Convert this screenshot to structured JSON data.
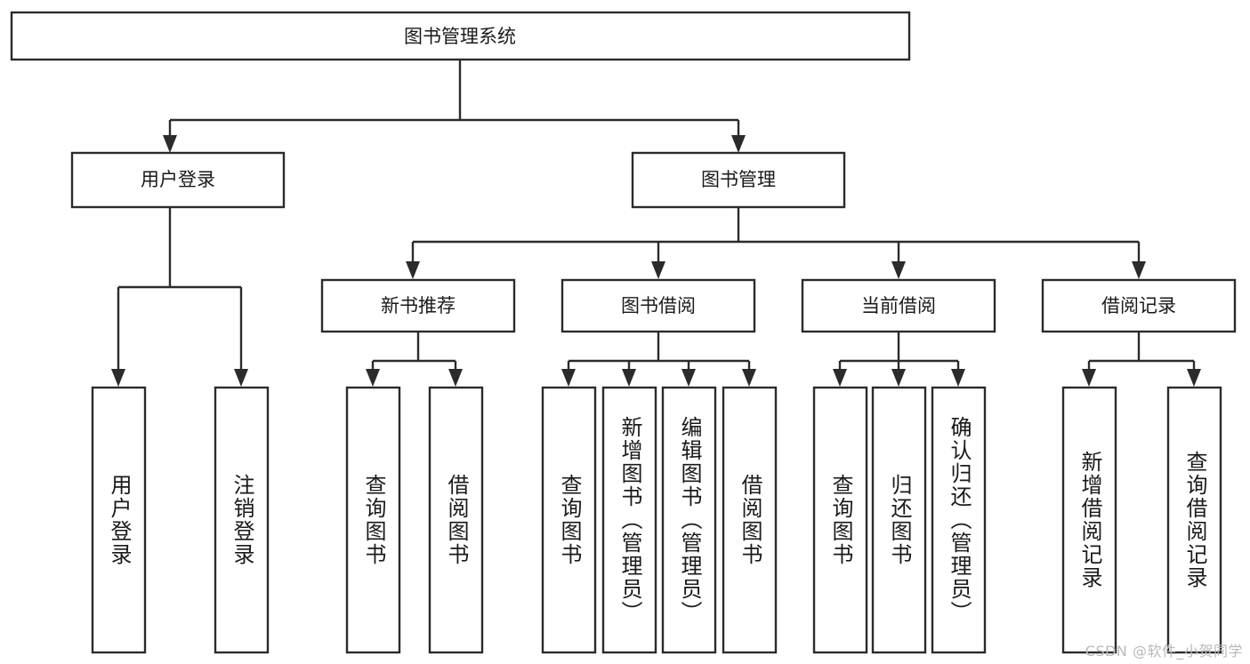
{
  "diagram": {
    "title": "图书管理系统",
    "type": "tree-hierarchy",
    "root": {
      "label": "图书管理系统"
    },
    "level2": [
      {
        "label": "用户登录"
      },
      {
        "label": "图书管理"
      }
    ],
    "level3": [
      {
        "label": "新书推荐"
      },
      {
        "label": "图书借阅"
      },
      {
        "label": "当前借阅"
      },
      {
        "label": "借阅记录"
      }
    ],
    "leaves": {
      "user_login": [
        {
          "label": "用户登录"
        },
        {
          "label": "注销登录"
        }
      ],
      "new_book_recommend": [
        {
          "label": "查询图书"
        },
        {
          "label": "借阅图书"
        }
      ],
      "book_borrow": [
        {
          "label": "查询图书"
        },
        {
          "label": "新增图书（管理员）"
        },
        {
          "label": "编辑图书（管理员）"
        },
        {
          "label": "借阅图书"
        }
      ],
      "current_borrow": [
        {
          "label": "查询图书"
        },
        {
          "label": "归还图书"
        },
        {
          "label": "确认归还（管理员）"
        }
      ],
      "borrow_record": [
        {
          "label": "新增借阅记录"
        },
        {
          "label": "查询借阅记录"
        }
      ]
    }
  },
  "watermark": {
    "text": "CSDN @软件_小贺同学"
  },
  "colors": {
    "stroke": "#2b2b2b",
    "box_fill": "#ffffff",
    "text": "#1a1a1a",
    "watermark": "#b9b9b9",
    "background": "#ffffff"
  }
}
